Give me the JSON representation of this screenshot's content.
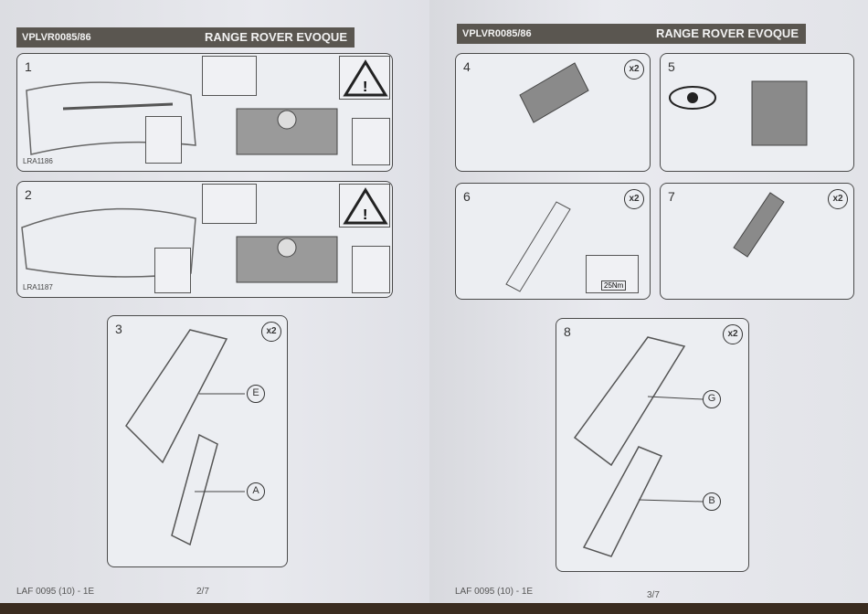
{
  "left_page": {
    "code": "VPLVR0085/86",
    "title": "RANGE ROVER EVOQUE",
    "footer_code": "LAF 0095 (10) - 1E",
    "page": "2/7",
    "steps": [
      {
        "num": "1",
        "ref": "LRA1186"
      },
      {
        "num": "2",
        "ref": "LRA1187"
      },
      {
        "num": "3",
        "qty": "x2",
        "callouts": [
          "E",
          "A"
        ]
      }
    ]
  },
  "right_page": {
    "code": "VPLVR0085/86",
    "title": "RANGE ROVER EVOQUE",
    "footer_code": "LAF 0095 (10) - 1E",
    "page": "3/7",
    "steps": [
      {
        "num": "4",
        "qty": "x2"
      },
      {
        "num": "5"
      },
      {
        "num": "6",
        "qty": "x2",
        "torque": "25Nm"
      },
      {
        "num": "7",
        "qty": "x2"
      },
      {
        "num": "8",
        "qty": "x2",
        "callouts": [
          "G",
          "B"
        ]
      }
    ]
  }
}
